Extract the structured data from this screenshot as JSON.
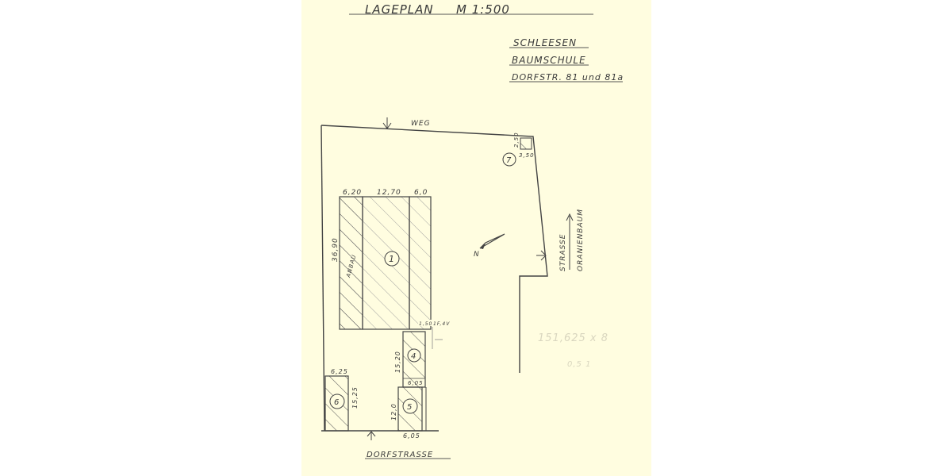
{
  "document": {
    "title": "LAGEPLAN",
    "scale": "M 1:500",
    "address": {
      "place": "SCHLEESEN",
      "name": "BAUMSCHULE",
      "street": "DORFSTR. 81 und 81a"
    }
  },
  "roads": {
    "top": "WEG",
    "bottom": "DORFSTRASSE",
    "right_line1": "STRASSE",
    "right_line2": "ORANIENBAUM"
  },
  "north_arrow": {
    "label": "N"
  },
  "buildings": [
    {
      "id": "1",
      "label": "1",
      "dims_top": [
        "6,20",
        "12,70",
        "6,0"
      ],
      "dim_side": "36,90",
      "annex_label": "ANBAU"
    },
    {
      "id": "4",
      "label": "4",
      "dim_side": "15,20",
      "dim_bottom": "6,05"
    },
    {
      "id": "5",
      "label": "5",
      "dim_side": "12,0",
      "dim_bottom": "6,05"
    },
    {
      "id": "6",
      "label": "6",
      "dim_top": "6,25",
      "dim_side": "15,25"
    },
    {
      "id": "7",
      "label": "7",
      "dim_side": "2,50",
      "dim_bottom": "3,50"
    }
  ],
  "misc_dims": {
    "connector_left": "1,50",
    "connector_right": "1F,4V"
  },
  "faint_notes": [
    "151,625 x 8",
    "0,5 1"
  ],
  "colors": {
    "paper": "#fffde0",
    "ink": "#3a3a3a",
    "background": "#ffffff"
  }
}
